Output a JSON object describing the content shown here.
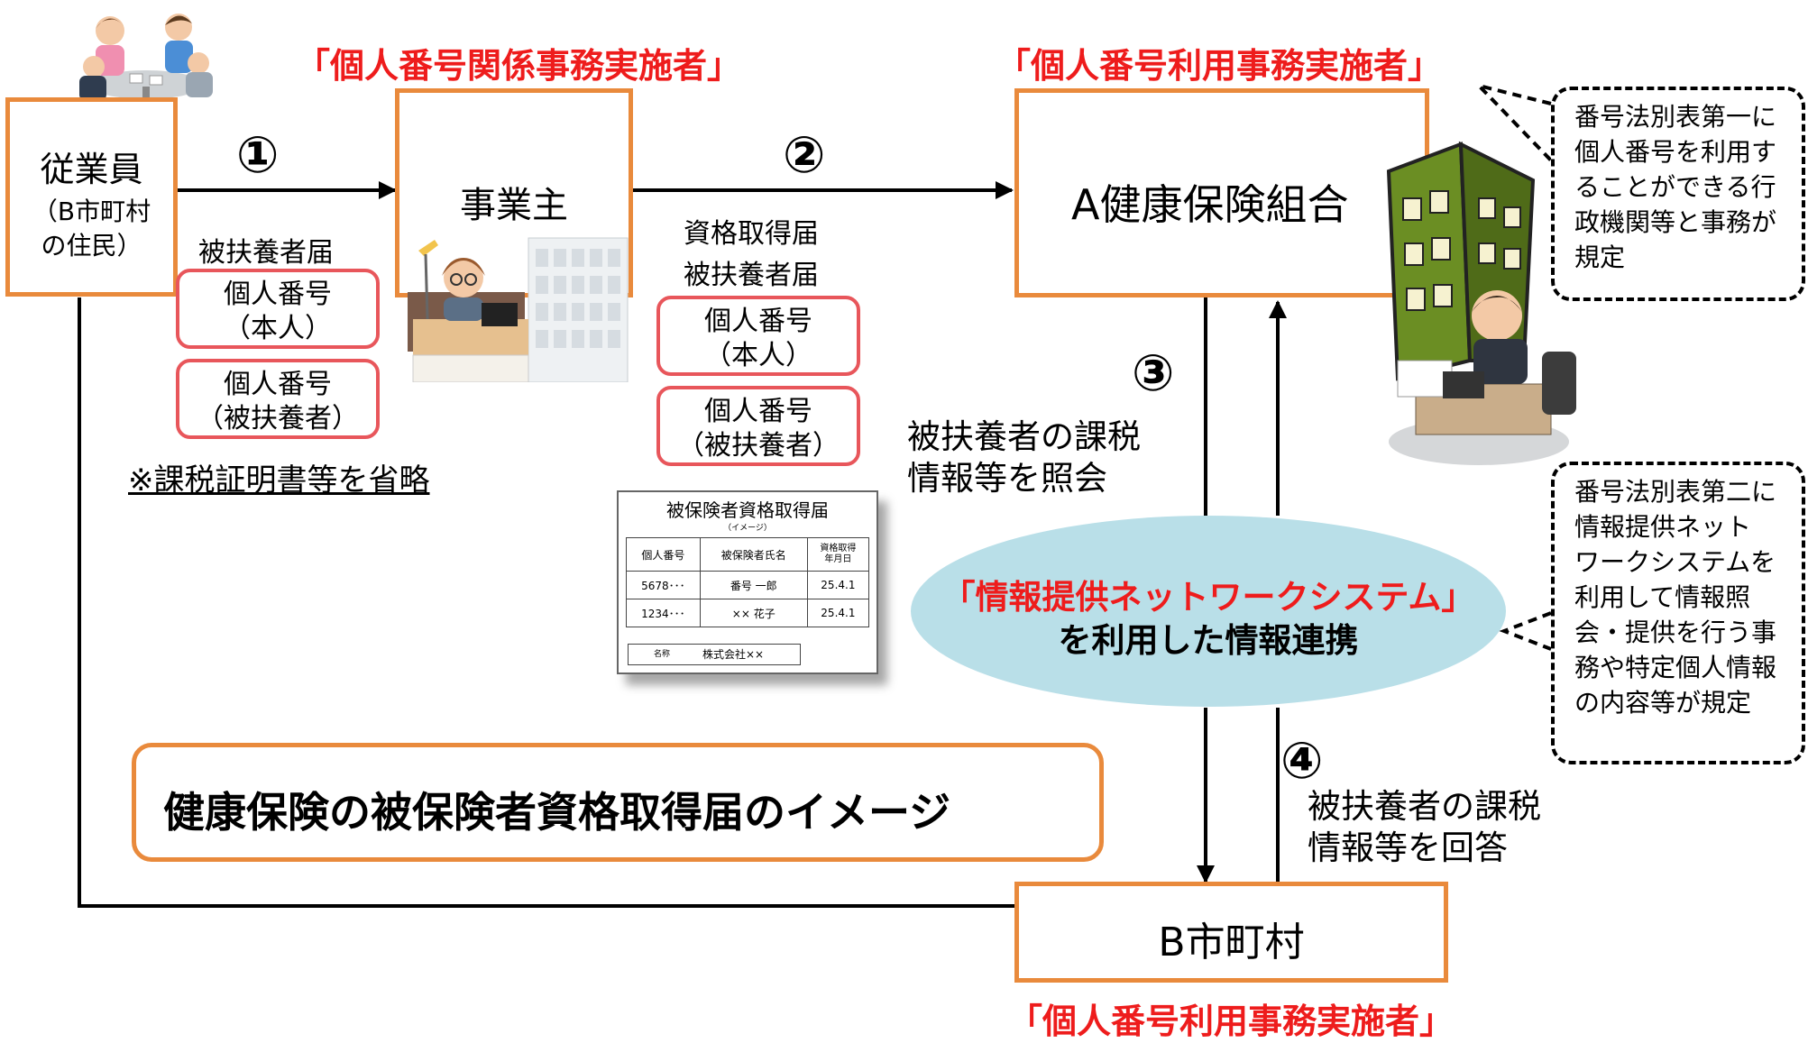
{
  "roles": {
    "employer_side": "「個人番号関係事務実施者」",
    "insurer_side": "「個人番号利用事務実施者」",
    "municipality_side": "「個人番号利用事務実施者」"
  },
  "boxes": {
    "employee_title": "従業員",
    "employee_sub1": "（B市町村",
    "employee_sub2": "の住民）",
    "employer": "事業主",
    "insurer": "A健康保険組合",
    "municipality": "B市町村"
  },
  "steps": {
    "s1": "①",
    "s2": "②",
    "s3": "③",
    "s4": "④"
  },
  "step1": {
    "form_label": "被扶養者届",
    "card1_line1": "個人番号",
    "card1_line2": "（本人）",
    "card2_line1": "個人番号",
    "card2_line2": "（被扶養者）"
  },
  "step2": {
    "form_label1": "資格取得届",
    "form_label2": "被扶養者届",
    "card1_line1": "個人番号",
    "card1_line2": "（本人）",
    "card2_line1": "個人番号",
    "card2_line2": "（被扶養者）"
  },
  "note_omit": "※課税証明書等を省略",
  "step3": {
    "line1": "被扶養者の課税",
    "line2": "情報等を照会"
  },
  "step4": {
    "line1": "被扶養者の課税",
    "line2": "情報等を回答"
  },
  "network": {
    "line1": "「情報提供ネットワークシステム」",
    "line2": "を利用した情報連携"
  },
  "bubble1": [
    "番号法別表第一に",
    "個人番号を利用す",
    "ることができる行",
    "政機関等と事務が",
    "規定"
  ],
  "bubble2": [
    "番号法別表第二に",
    "情報提供ネット",
    "ワークシステムを",
    "利用して情報照",
    "会・提供を行う事",
    "務や特定個人情報",
    "の内容等が規定"
  ],
  "caption": "健康保険の被保険者資格取得届のイメージ",
  "form_image": {
    "title": "被保険者資格取得届",
    "subtitle": "（イメージ）",
    "headers": [
      "個人番号",
      "被保険者氏名",
      "資格取得\n年月日"
    ],
    "rows": [
      [
        "5678･･･",
        "番号 一郎",
        "25.4.1"
      ],
      [
        "1234･･･",
        "×× 花子",
        "25.4.1"
      ]
    ],
    "name_label": "名称",
    "name_value": "株式会社××"
  },
  "colors": {
    "box_border": "#e98a3c",
    "card_border": "#e8565b",
    "role_text": "#ee1c1c",
    "ellipse_fill": "#b9dfe8",
    "building_green": "#6b8e23"
  }
}
